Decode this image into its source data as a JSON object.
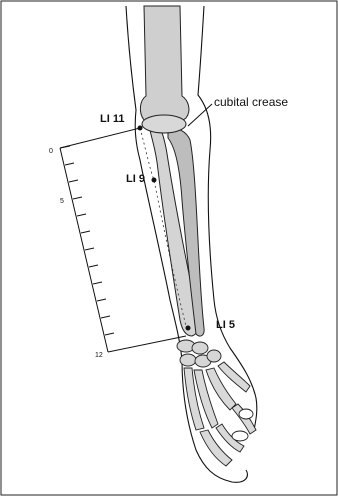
{
  "diagram": {
    "points": {
      "li11": "LI 11",
      "li9": "LI 9",
      "li5": "LI 5"
    },
    "annotation": "cubital crease",
    "scale": {
      "top": "0",
      "mid": "5",
      "bottom": "12"
    }
  }
}
